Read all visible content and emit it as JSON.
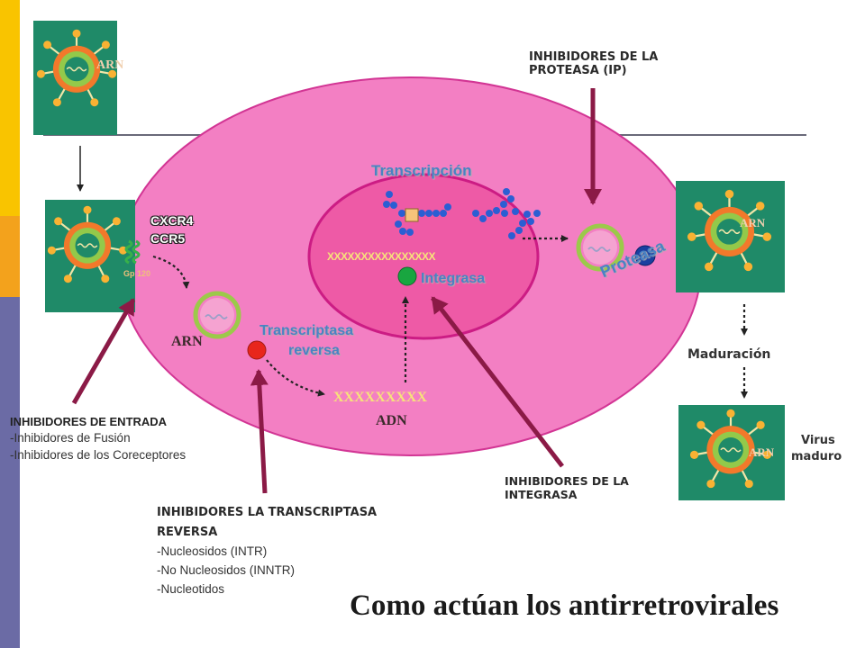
{
  "title": "Como actúan los antirretrovirales",
  "labels": {
    "arn": "ARN",
    "adn": "ADN",
    "gp120": "Gp 120",
    "cxcr4": "CXCR4",
    "ccr5": "CCR5",
    "transcripcion": "Transcripción",
    "integrasa": "Integrasa",
    "proteasa": "Proteasa",
    "transcriptasa_1": "Transcriptasa",
    "transcriptasa_2": "reversa",
    "maduracion": "Maduración",
    "virus_1": "Virus",
    "virus_2": "maduro",
    "xx_integrated": "XXXXXXXXXXXXXXXX",
    "xx_dna": "XXXXXXXXX"
  },
  "inhibitors": {
    "proteasa": {
      "title_1": "INHIBIDORES DE LA",
      "title_2": "PROTEASA (IP)"
    },
    "integrasa": {
      "title_1": "INHIBIDORES DE LA",
      "title_2": "INTEGRASA"
    },
    "entrada": {
      "title": "INHIBIDORES DE ENTRADA",
      "items": [
        "-Inhibidores de Fusión",
        "-Inhibidores de los Coreceptores"
      ]
    },
    "transcriptasa": {
      "title_1": "INHIBIDORES LA TRANSCRIPTASA",
      "title_2": "REVERSA",
      "items": [
        "-Nucleosidos (INTR)",
        "-No Nucleosidos (INNTR)",
        "-Nucleotidos"
      ]
    }
  },
  "colors": {
    "cell": "#f37fc3",
    "nucleus": "#ee5aa6",
    "virus_tile": "#1f8a68",
    "arrow": "#8b1a46",
    "text_blue": "#4a83c3",
    "enzyme_red": "#e8261c",
    "enzyme_green": "#19a640",
    "enzyme_blue": "#1a3fa0"
  }
}
